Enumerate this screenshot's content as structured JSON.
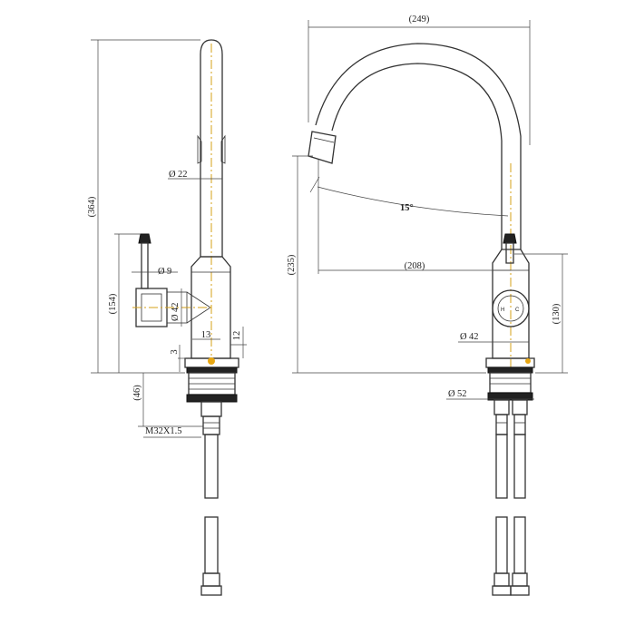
{
  "left_view": {
    "overall_height": "(364)",
    "handle_height": "(154)",
    "base_height": "(46)",
    "spout_diameter": "22",
    "handle_stem_diameter": "9",
    "body_diameter": "42",
    "dim_13": "13",
    "dim_12": "12",
    "dim_3": "3",
    "thread": "M32X1.5",
    "diameter_symbol": "Ø"
  },
  "right_view": {
    "overall_width": "(249)",
    "spout_height": "(235)",
    "spout_reach": "(208)",
    "handle_height": "(130)",
    "angle": "15°",
    "body_diameter": "42",
    "base_diameter": "52",
    "diameter_symbol": "Ø",
    "handle_hot": "H",
    "handle_cold": "C",
    "hot_color": "#e03b3b",
    "cold_color": "#2f7fd6"
  },
  "colors": {
    "line": "#333333",
    "centerline": "#d4a017"
  }
}
